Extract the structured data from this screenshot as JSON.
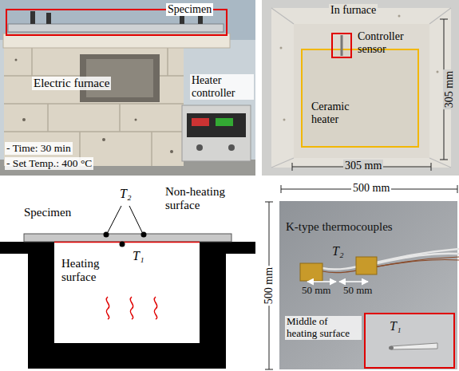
{
  "diagram": {
    "nodes": [
      {
        "text": [
          "T₁"
        ]
      }
    ],
    "labels": [
      "Specimen",
      "Electric furnace",
      "Heater controller",
      "- Time: 30 min",
      "- Set Temp.: 400 °C",
      "In furnace",
      "Controller sensor",
      "Ceramic heater",
      "305 mm",
      "305 mm",
      "T₂",
      "Specimen",
      "Non-heating surface",
      "Heating surface",
      "T₁",
      "500 mm",
      "500 mm",
      "K-type thermocouples",
      "T₂",
      "50 mm",
      "50 mm",
      "Middle of heating surface"
    ]
  }
}
